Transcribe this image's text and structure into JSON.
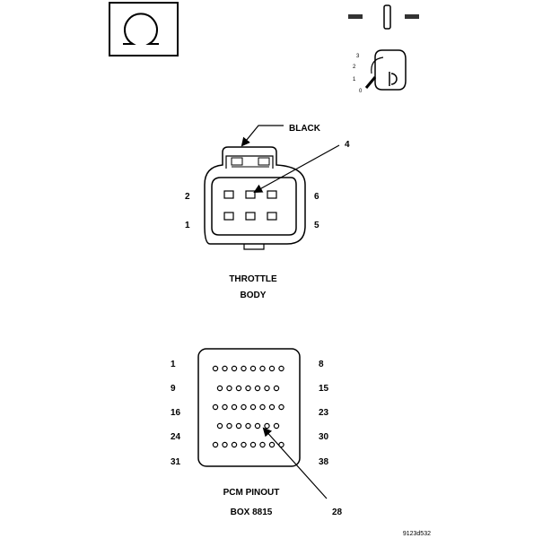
{
  "throttle_connector": {
    "color_label": "BLACK",
    "callout_pin": "4",
    "pin_labels": {
      "top_left": "2",
      "bottom_left": "1",
      "top_right": "6",
      "bottom_right": "5"
    },
    "title_line1": "THROTTLE",
    "title_line2": "BODY"
  },
  "key_icon": {
    "positions": [
      "3",
      "2",
      "1",
      "0"
    ]
  },
  "pcm_pinout": {
    "row_left_labels": [
      "1",
      "9",
      "16",
      "24",
      "31"
    ],
    "row_right_labels": [
      "8",
      "15",
      "23",
      "30",
      "38"
    ],
    "row_pin_counts": [
      8,
      7,
      8,
      7,
      8
    ],
    "callout_pin": "28",
    "title": "PCM PINOUT",
    "subtitle": "BOX 8815"
  },
  "figure_id": "9123d532"
}
